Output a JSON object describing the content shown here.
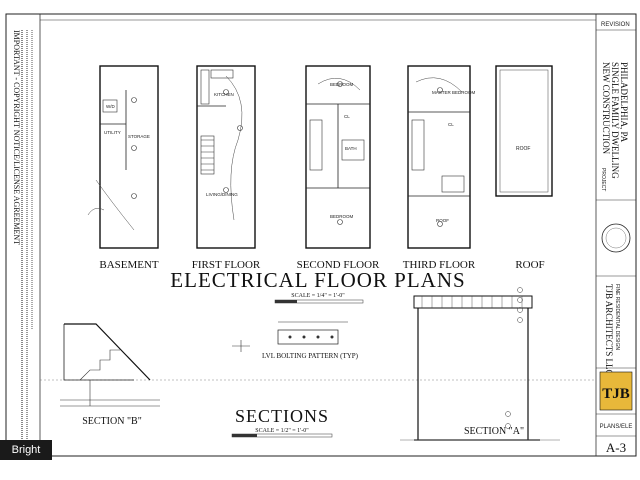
{
  "sheet": {
    "title": "ELECTRICAL FLOOR PLANS",
    "title_scale": "SCALE = 1/4\" = 1'-0\"",
    "sections_title": "SECTIONS",
    "sections_scale": "SCALE = 1/2\" = 1'-0\"",
    "notice": "IMPORTANT - COPYRIGHT NOTICE/LICENSE AGREEMENT",
    "sheet_number": "A-3",
    "revision_label": "REVISION",
    "project_label": "PROJECT",
    "drawing_label": "PLANS/ELE",
    "watermark": "Bright MLS"
  },
  "plans": [
    {
      "name": "BASEMENT",
      "rooms": [
        "UTILITY",
        "STORAGE",
        "W/D"
      ]
    },
    {
      "name": "FIRST FLOOR",
      "rooms": [
        "KITCHEN",
        "LIVING/DINING"
      ]
    },
    {
      "name": "SECOND FLOOR",
      "rooms": [
        "BEDROOM",
        "CL",
        "BATH",
        "BEDROOM"
      ]
    },
    {
      "name": "THIRD FLOOR",
      "rooms": [
        "MASTER BEDROOM",
        "CL",
        "ROOF"
      ]
    },
    {
      "name": "ROOF",
      "rooms": [
        "ROOF"
      ]
    }
  ],
  "sections": [
    {
      "name": "SECTION \"B\""
    },
    {
      "name": "SECTION \"A\""
    }
  ],
  "detail": {
    "name": "LVL BOLTING PATTERN (TYP)"
  },
  "project": {
    "line1": "NEW CONSTRUCTION",
    "line2": "SINGLE FAMILY DWELLING",
    "line3": "PHILADELPHIA, PA"
  },
  "architect": {
    "name": "TJB ARCHITECTS LLC",
    "tagline": "FINE RESIDENTIAL DESIGN",
    "logo_text": "TJB"
  }
}
